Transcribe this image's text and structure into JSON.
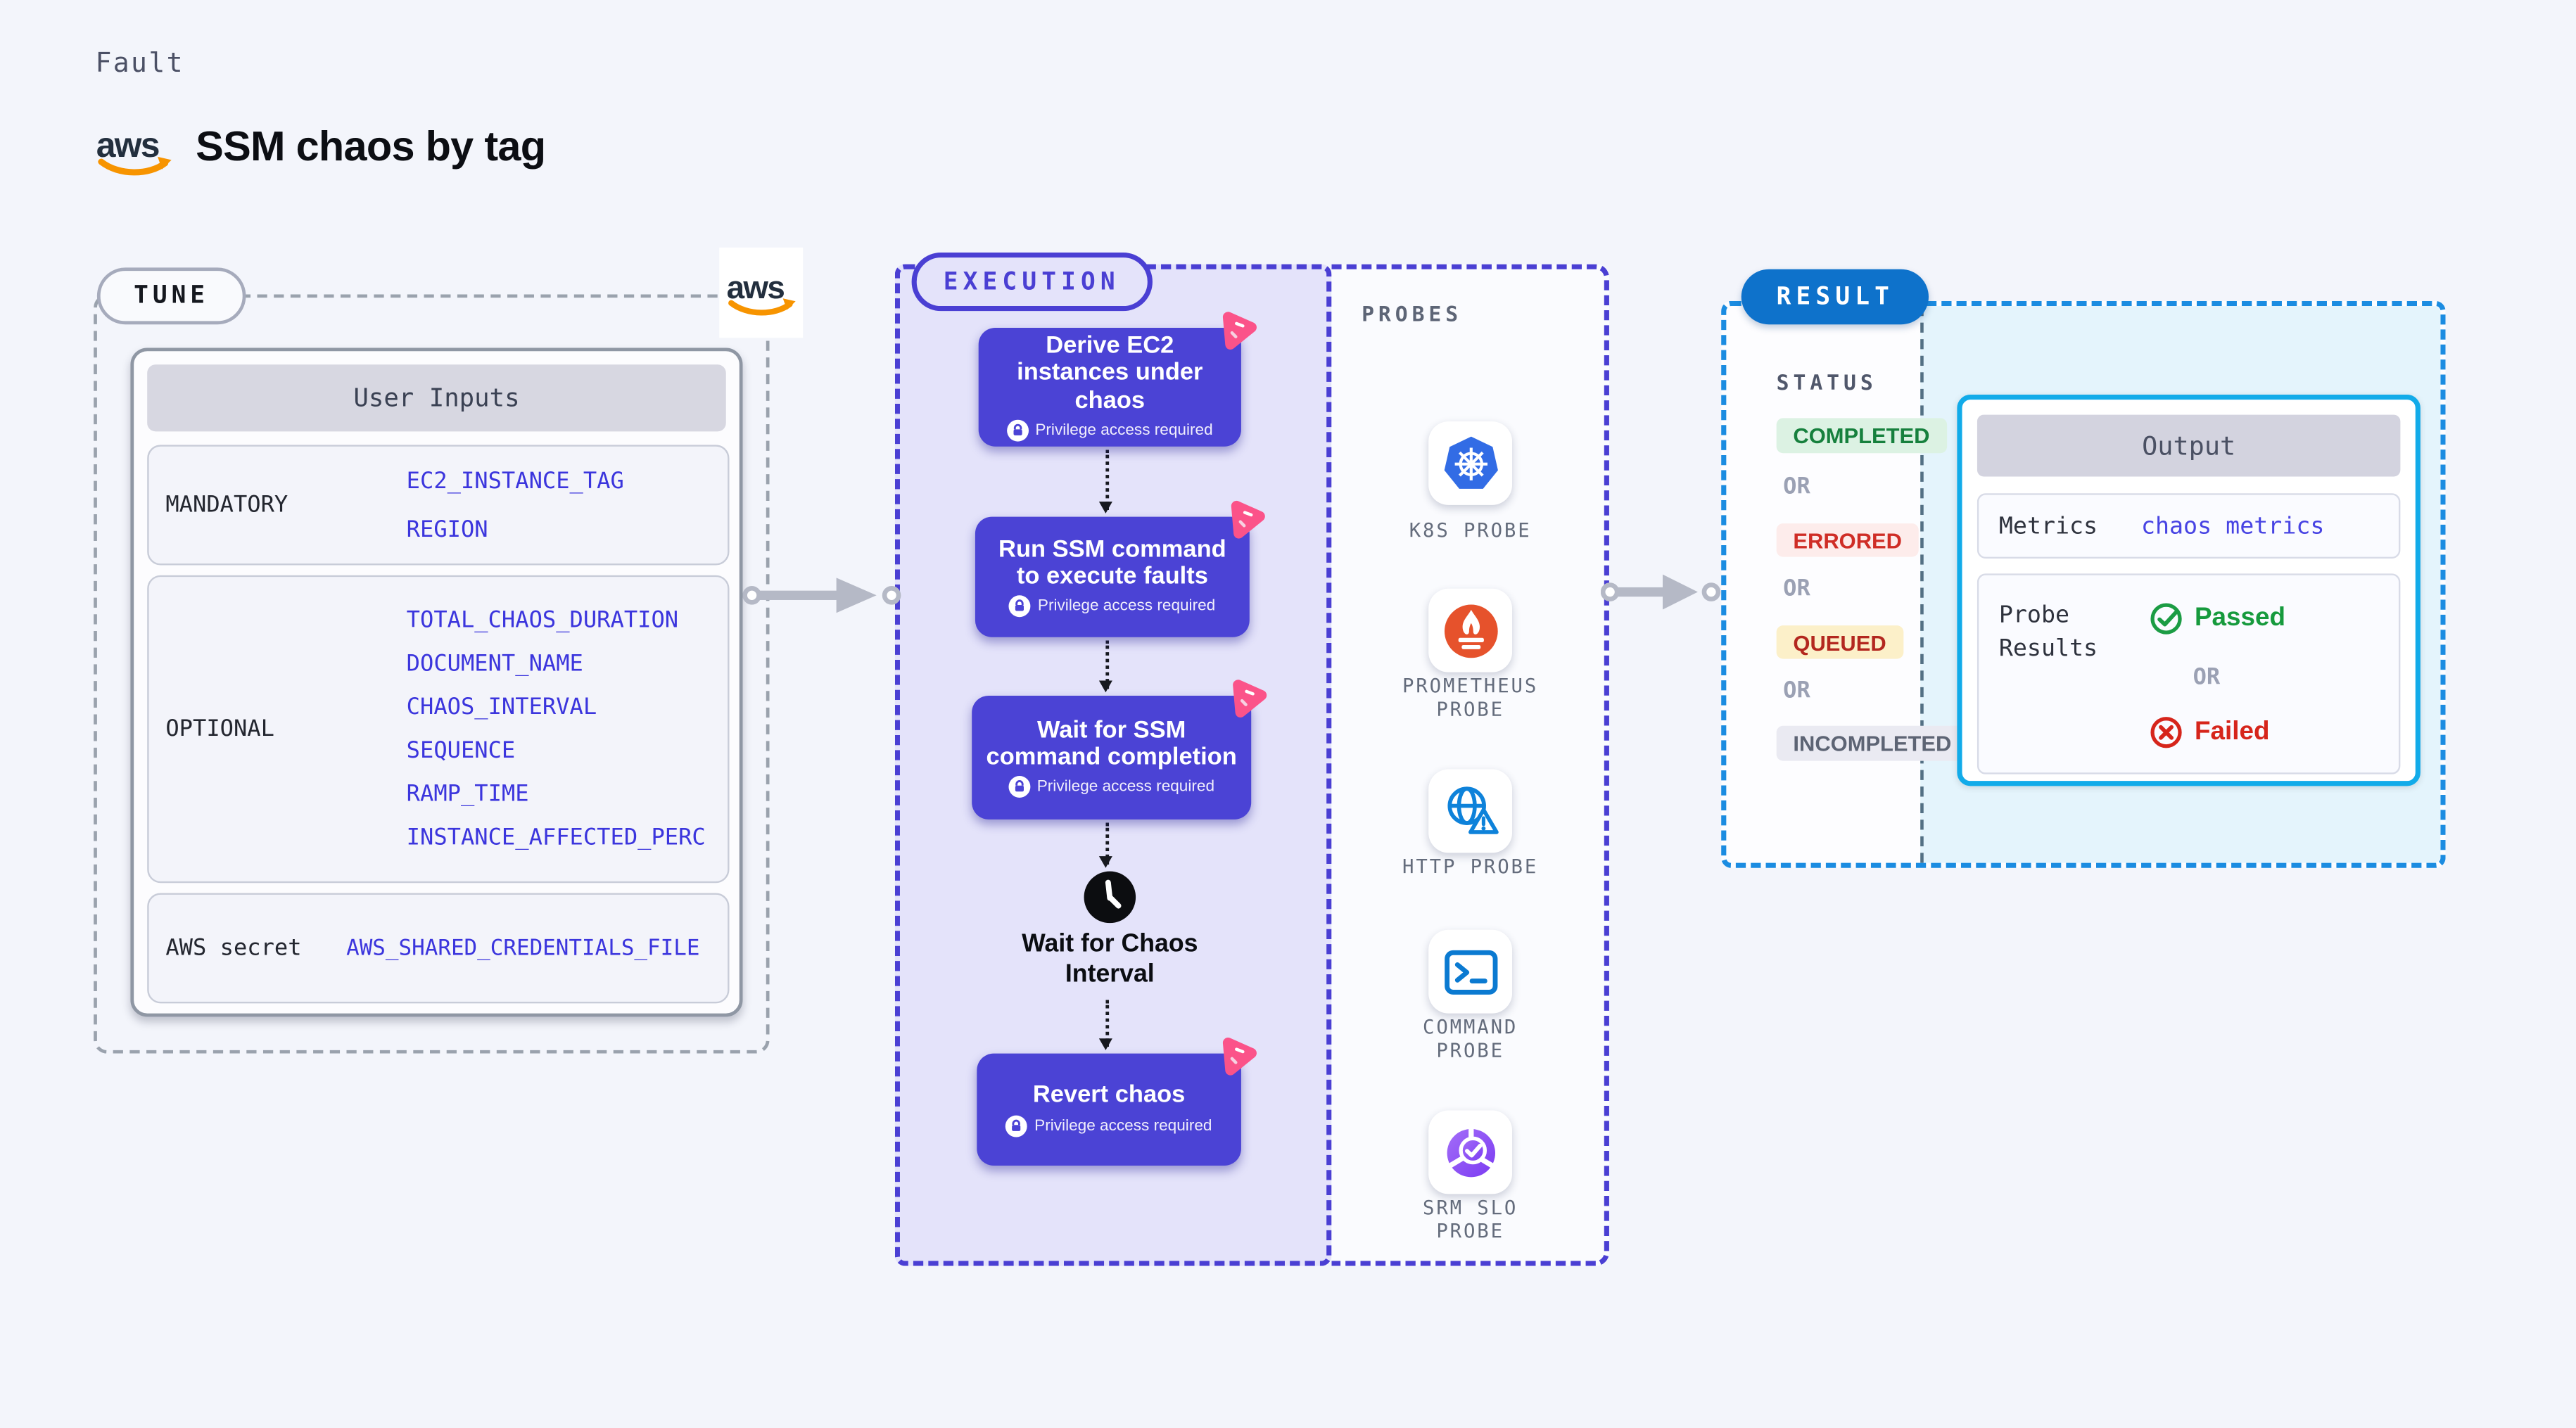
{
  "header": {
    "fault_label": "Fault",
    "title": "SSM chaos by tag"
  },
  "tune": {
    "pill_label": "TUNE",
    "table_title": "User Inputs",
    "mandatory_label": "MANDATORY",
    "mandatory_params": [
      "EC2_INSTANCE_TAG",
      "REGION"
    ],
    "optional_label": "OPTIONAL",
    "optional_params": [
      "TOTAL_CHAOS_DURATION",
      "DOCUMENT_NAME",
      "CHAOS_INTERVAL",
      "SEQUENCE",
      "RAMP_TIME",
      "INSTANCE_AFFECTED_PERC"
    ],
    "secret_label": "AWS secret",
    "secret_param": "AWS_SHARED_CREDENTIALS_FILE"
  },
  "execution": {
    "pill_label": "EXECUTION",
    "steps": [
      {
        "title": "Derive EC2 instances under chaos",
        "badge": "Privilege access required"
      },
      {
        "title": "Run SSM command to execute faults",
        "badge": "Privilege access required"
      },
      {
        "title": "Wait for SSM command completion",
        "badge": "Privilege access required"
      }
    ],
    "wait_label": "Wait for Chaos Interval",
    "revert": {
      "title": "Revert chaos",
      "badge": "Privilege access required"
    }
  },
  "probes": {
    "section_label": "PROBES",
    "items": [
      {
        "label": "K8S PROBE",
        "icon": "kubernetes-icon"
      },
      {
        "label": "PROMETHEUS PROBE",
        "icon": "prometheus-icon"
      },
      {
        "label": "HTTP PROBE",
        "icon": "http-globe-icon"
      },
      {
        "label": "COMMAND PROBE",
        "icon": "terminal-icon"
      },
      {
        "label": "SRM SLO PROBE",
        "icon": "srm-slo-icon"
      }
    ]
  },
  "result": {
    "pill_label": "RESULT",
    "status_title": "STATUS",
    "or_label": "OR",
    "statuses": [
      {
        "label": "COMPLETED",
        "fg": "#16803d",
        "bg": "#dcf2e3"
      },
      {
        "label": "ERRORED",
        "fg": "#cf2d26",
        "bg": "#fdeceb"
      },
      {
        "label": "QUEUED",
        "fg": "#b3271f",
        "bg": "#fcf0c9"
      },
      {
        "label": "INCOMPLETED",
        "fg": "#5d6474",
        "bg": "#eaeaf2"
      }
    ],
    "output": {
      "title": "Output",
      "metrics_label": "Metrics",
      "metrics_value": "chaos metrics",
      "probe_results_label": "Probe Results",
      "passed_label": "Passed",
      "or_label": "OR",
      "failed_label": "Failed"
    }
  },
  "colors": {
    "page_bg": "#f3f5fb",
    "execution_fill": "#e4e3fa",
    "execution_border": "#4a3fd3",
    "step_fill": "#4b43d5",
    "chaos_badge_pink": "#fb5389",
    "param_text": "#3b35dd",
    "result_border": "#1b8ce1",
    "result_pill_bg": "#0e72cb",
    "output_border": "#12abe9",
    "output_panel_bg": "#e4f4fc",
    "aws_orange": "#f79400",
    "aws_navy": "#232f3e",
    "passed_green": "#169a3d",
    "failed_red": "#d6251b",
    "kubernetes_blue": "#326ce5",
    "prometheus_orange": "#e6522c",
    "http_blue": "#0e82da",
    "srm_purple": "#8b52f4"
  }
}
